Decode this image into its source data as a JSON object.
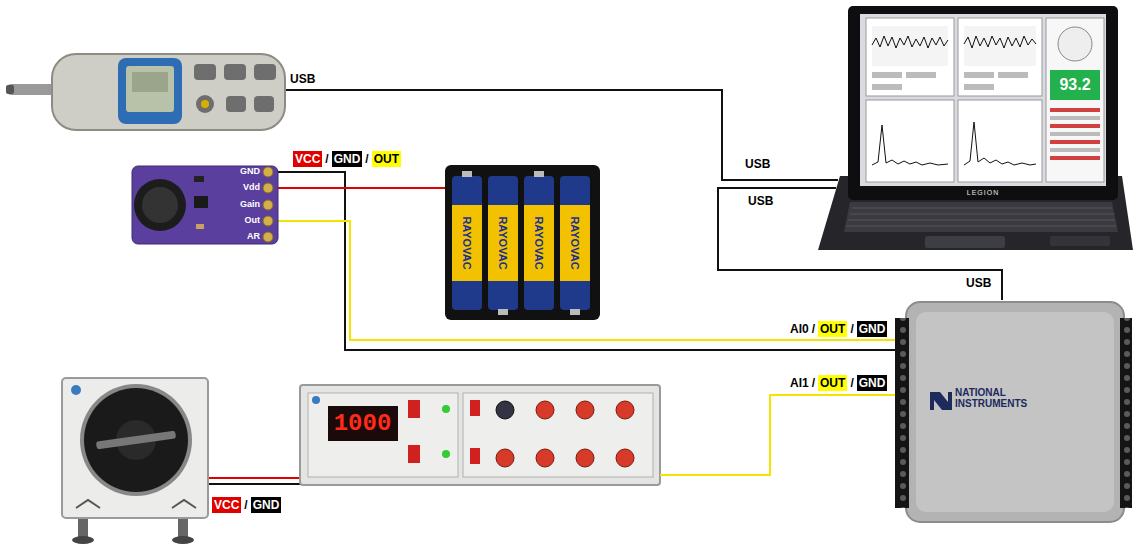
{
  "diagram": {
    "nodes": [
      {
        "text": [
          "GND",
          "Vdd",
          "Gain",
          "Out",
          "AR"
        ]
      },
      {
        "text": [
          "RAYOVAC",
          "RAYOVAC",
          "RAYOVAC",
          "RAYOVAC"
        ]
      },
      {
        "text": [
          "93.2",
          "LEGION"
        ]
      },
      {
        "text": [
          "NATIONAL INSTRUMENTS"
        ]
      },
      {
        "text": [
          "1000"
        ]
      }
    ],
    "edges": [
      {
        "from": 0,
        "to": 1,
        "arrow": "none"
      },
      {
        "from": 0,
        "to": 3,
        "arrow": "none"
      },
      {
        "from": 4,
        "to": 3,
        "arrow": "none"
      },
      {
        "from": 2,
        "to": 3,
        "arrow": "none"
      }
    ],
    "labels": [
      "USB",
      "VCC",
      "/",
      "GND",
      "/",
      "OUT",
      "USB",
      "USB",
      "USB",
      "AI0",
      "/",
      "OUT",
      "/",
      "GND",
      "AI1",
      "/",
      "OUT",
      "/",
      "GND",
      "VCC",
      "/",
      "GND"
    ]
  }
}
